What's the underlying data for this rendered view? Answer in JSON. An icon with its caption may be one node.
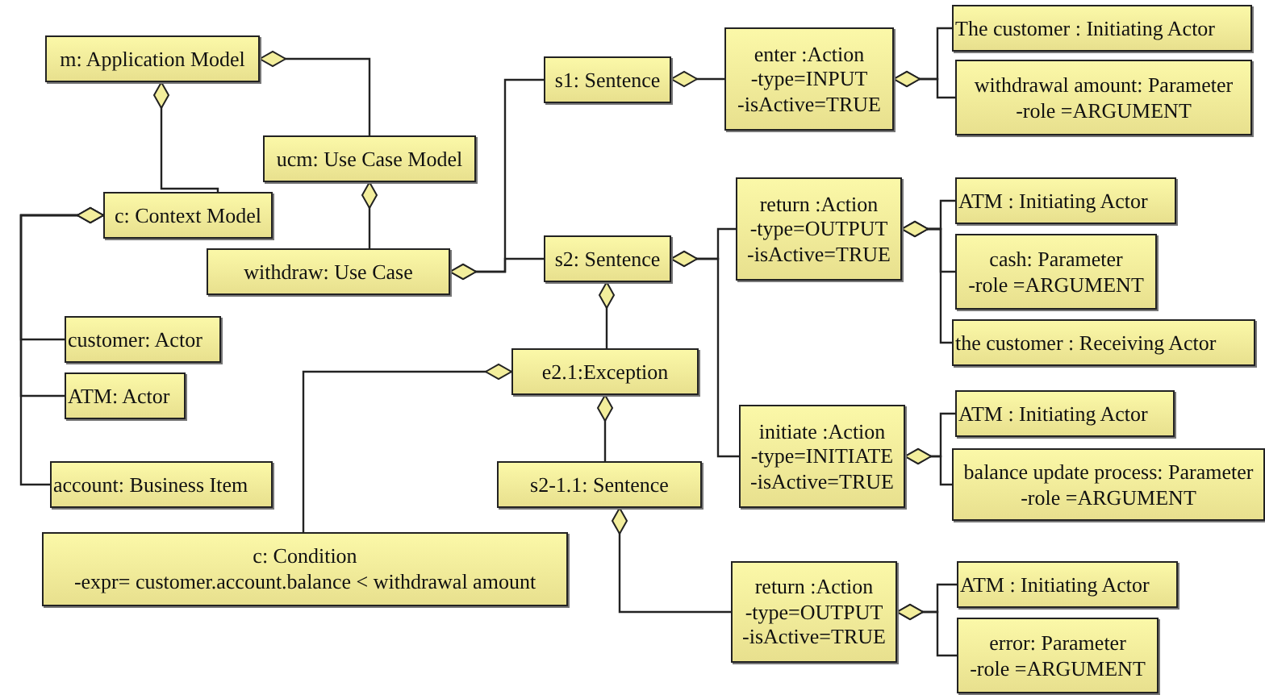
{
  "diagram": {
    "nodes": [
      {
        "text": [
          "m: Application Model"
        ]
      },
      {
        "text": [
          "ucm: Use Case Model"
        ]
      },
      {
        "text": [
          "c: Context Model"
        ]
      },
      {
        "text": [
          "withdraw: Use Case"
        ]
      },
      {
        "text": [
          "customer: Actor"
        ]
      },
      {
        "text": [
          "ATM: Actor"
        ]
      },
      {
        "text": [
          "account: Business Item"
        ]
      },
      {
        "text": [
          "c: Condition",
          "-expr= customer.account.balance < withdrawal amount"
        ]
      },
      {
        "text": [
          "s1: Sentence"
        ]
      },
      {
        "text": [
          "s2: Sentence"
        ]
      },
      {
        "text": [
          "e2.1:Exception"
        ]
      },
      {
        "text": [
          "s2-1.1: Sentence"
        ]
      },
      {
        "text": [
          "enter  :Action",
          "-type=INPUT",
          "-isActive=TRUE"
        ]
      },
      {
        "text": [
          "The customer : Initiating Actor"
        ]
      },
      {
        "text": [
          "withdrawal amount: Parameter",
          "-role =ARGUMENT"
        ]
      },
      {
        "text": [
          "return  :Action",
          "-type=OUTPUT",
          "-isActive=TRUE"
        ]
      },
      {
        "text": [
          "ATM : Initiating Actor"
        ]
      },
      {
        "text": [
          "cash: Parameter",
          "-role =ARGUMENT"
        ]
      },
      {
        "text": [
          "the customer : Receiving Actor"
        ]
      },
      {
        "text": [
          "initiate  :Action",
          "-type=INITIATE",
          "-isActive=TRUE"
        ]
      },
      {
        "text": [
          "ATM : Initiating Actor"
        ]
      },
      {
        "text": [
          "balance update process: Parameter",
          "-role =ARGUMENT"
        ]
      },
      {
        "text": [
          "return  :Action",
          "-type=OUTPUT",
          "-isActive=TRUE"
        ]
      },
      {
        "text": [
          "ATM : Initiating Actor"
        ]
      },
      {
        "text": [
          "error: Parameter",
          "-role =ARGUMENT"
        ]
      }
    ],
    "edges": [
      {
        "from": 0,
        "to": 1,
        "arrow": "other"
      },
      {
        "from": 0,
        "to": 2,
        "arrow": "other"
      },
      {
        "from": 1,
        "to": 3,
        "arrow": "other"
      },
      {
        "from": 2,
        "to": 4,
        "arrow": "other"
      },
      {
        "from": 2,
        "to": 5,
        "arrow": "other"
      },
      {
        "from": 2,
        "to": 6,
        "arrow": "other"
      },
      {
        "from": 3,
        "to": 8,
        "arrow": "other"
      },
      {
        "from": 3,
        "to": 9,
        "arrow": "other"
      },
      {
        "from": 8,
        "to": 12,
        "arrow": "other"
      },
      {
        "from": 9,
        "to": 15,
        "arrow": "other"
      },
      {
        "from": 9,
        "to": 19,
        "arrow": "other"
      },
      {
        "from": 9,
        "to": 10,
        "arrow": "other"
      },
      {
        "from": 10,
        "to": 7,
        "arrow": "other"
      },
      {
        "from": 10,
        "to": 11,
        "arrow": "other"
      },
      {
        "from": 11,
        "to": 22,
        "arrow": "other"
      },
      {
        "from": 12,
        "to": 13,
        "arrow": "other"
      },
      {
        "from": 12,
        "to": 14,
        "arrow": "other"
      },
      {
        "from": 15,
        "to": 16,
        "arrow": "other"
      },
      {
        "from": 15,
        "to": 17,
        "arrow": "other"
      },
      {
        "from": 15,
        "to": 18,
        "arrow": "other"
      },
      {
        "from": 19,
        "to": 20,
        "arrow": "other"
      },
      {
        "from": 19,
        "to": 21,
        "arrow": "other"
      },
      {
        "from": 22,
        "to": 23,
        "arrow": "other"
      },
      {
        "from": 22,
        "to": 24,
        "arrow": "other"
      }
    ]
  }
}
